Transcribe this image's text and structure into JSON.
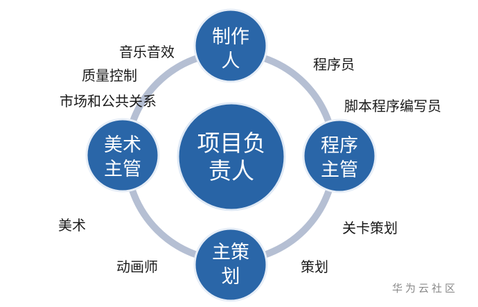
{
  "diagram": {
    "center": {
      "line1": "项目负",
      "line2": "责人"
    },
    "top": {
      "line1": "制作",
      "line2": "人"
    },
    "right": {
      "line1": "程序",
      "line2": "主管"
    },
    "bottom": {
      "line1": "主策",
      "line2": "划"
    },
    "left": {
      "line1": "美术",
      "line2": "主管"
    },
    "labels": {
      "music_sound": "音乐音效",
      "quality_control": "质量控制",
      "market_pr": "市场和公共关系",
      "programmer": "程序员",
      "script_programmer": "脚本程序编写员",
      "level_design": "关卡策划",
      "planning": "策划",
      "animator": "动画师",
      "art": "美术"
    },
    "colors": {
      "node": "#2a66a8",
      "ring": "#b5bfd3",
      "text": "#1a1a1a"
    }
  },
  "watermark": "华为云社区"
}
